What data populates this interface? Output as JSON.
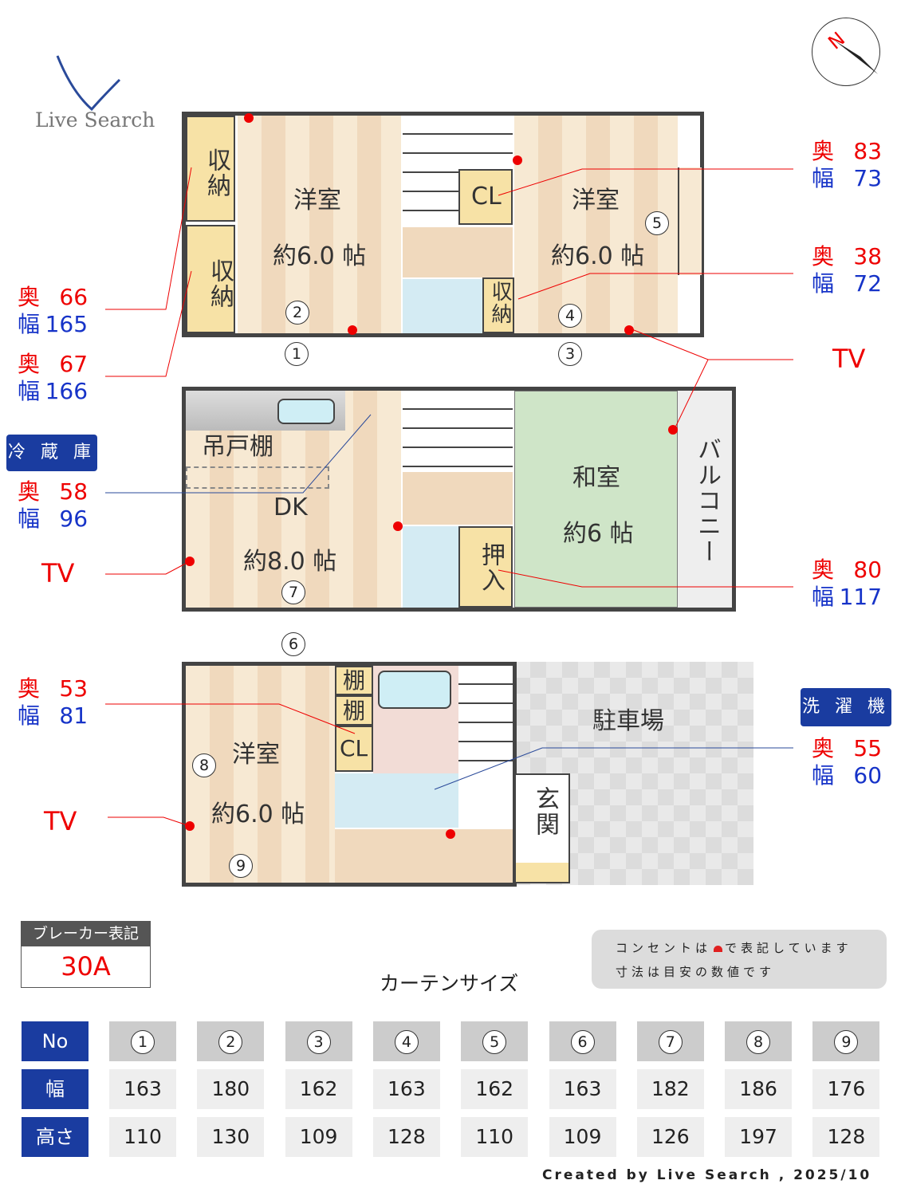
{
  "logo": {
    "text": "Live Search"
  },
  "compass": {
    "label": "N"
  },
  "floor1": {
    "rooms": [
      {
        "name": "収納"
      },
      {
        "name": "収納"
      },
      {
        "name": "洋室",
        "size": "約6.0 帖",
        "no": "2"
      },
      {
        "name": "CL"
      },
      {
        "name": "洋室",
        "size": "約6.0 帖",
        "no": "5"
      },
      {
        "name": "収納"
      }
    ],
    "windows": [
      "1",
      "3",
      "4"
    ]
  },
  "floor2": {
    "rooms": [
      {
        "name": "吊戸棚"
      },
      {
        "name": "DK",
        "size": "約8.0 帖",
        "no": "7"
      },
      {
        "name": "和室",
        "size": "約6 帖"
      },
      {
        "name": "押入"
      },
      {
        "name": "バルコニー"
      }
    ],
    "windows": [
      "6"
    ]
  },
  "floor3": {
    "rooms": [
      {
        "name": "洋室",
        "size": "約6.0 帖",
        "no": "8"
      },
      {
        "name": "棚"
      },
      {
        "name": "棚"
      },
      {
        "name": "CL"
      },
      {
        "name": "駐車場"
      },
      {
        "name": "玄関"
      }
    ],
    "windows": [
      "9"
    ]
  },
  "annotations": {
    "left": [
      {
        "depth_label": "奥",
        "depth": "66",
        "width_label": "幅",
        "width": "165"
      },
      {
        "depth_label": "奥",
        "depth": "67",
        "width_label": "幅",
        "width": "166"
      },
      {
        "depth_label": "奥",
        "depth": "58",
        "width_label": "幅",
        "width": "96"
      },
      {
        "depth_label": "奥",
        "depth": "53",
        "width_label": "幅",
        "width": "81"
      }
    ],
    "right": [
      {
        "depth_label": "奥",
        "depth": "83",
        "width_label": "幅",
        "width": "73"
      },
      {
        "depth_label": "奥",
        "depth": "38",
        "width_label": "幅",
        "width": "72"
      },
      {
        "depth_label": "奥",
        "depth": "80",
        "width_label": "幅",
        "width": "117"
      },
      {
        "depth_label": "奥",
        "depth": "55",
        "width_label": "幅",
        "width": "60"
      }
    ],
    "fridge": "冷 蔵 庫",
    "washer": "洗 濯 機",
    "tv": "TV"
  },
  "breaker": {
    "title": "ブレーカー表記",
    "value": "30A"
  },
  "legend": {
    "line1_a": "コンセントは",
    "line1_b": "で表記しています",
    "line2": "寸法は目安の数値です",
    "outlet_color": "#e02020"
  },
  "curtain": {
    "title": "カーテンサイズ",
    "row_labels": [
      "No",
      "幅",
      "高さ"
    ],
    "no": [
      "1",
      "2",
      "3",
      "4",
      "5",
      "6",
      "7",
      "8",
      "9"
    ],
    "width": [
      "163",
      "180",
      "162",
      "163",
      "162",
      "163",
      "182",
      "186",
      "176"
    ],
    "height": [
      "110",
      "130",
      "109",
      "128",
      "110",
      "109",
      "126",
      "197",
      "128"
    ]
  },
  "footer": "Created by Live Search , 2025/10",
  "colors": {
    "accent_blue": "#1a3ca0",
    "red": "#e00000",
    "wall": "#444444"
  }
}
